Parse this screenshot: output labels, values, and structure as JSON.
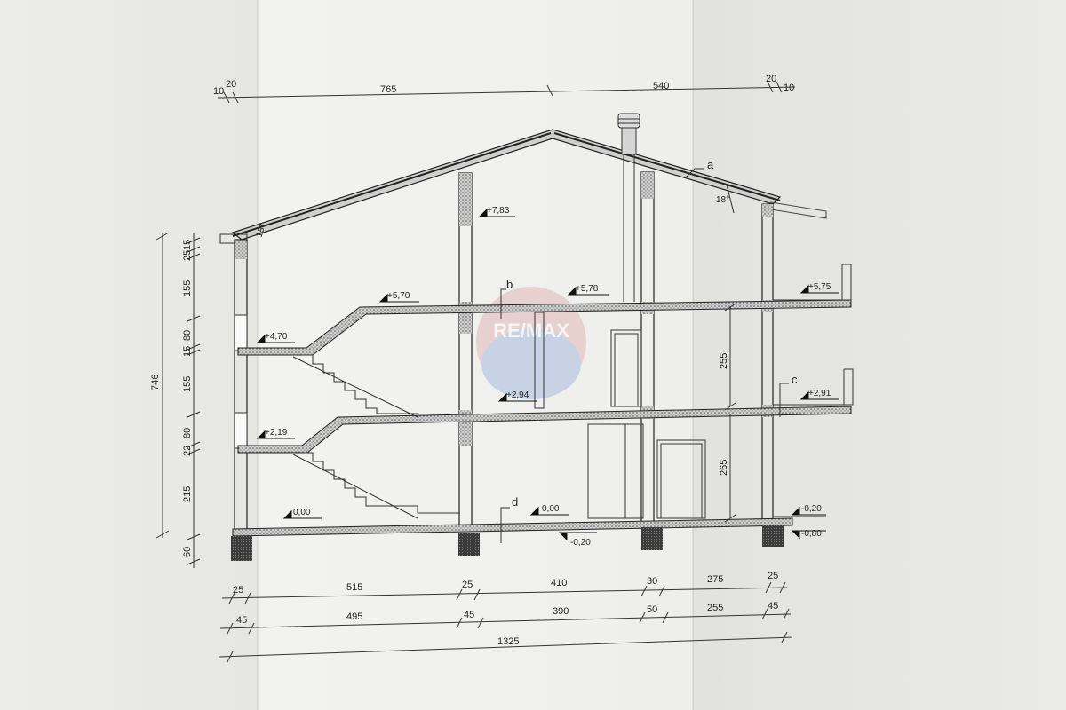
{
  "sheet": {
    "watermark": "RE/MAX"
  },
  "drawing": {
    "top_dimensions": [
      "10",
      "20",
      "765",
      "540",
      "20",
      "10"
    ],
    "roof_angle_left": "18°",
    "roof_angle_right": "18°",
    "levels": {
      "roof_peak": "+7,83",
      "upper_left_stair": "+5,70",
      "upper_floor_mid": "+5,78",
      "upper_balcony": "+5,75",
      "landing_upper": "+4,70",
      "first_floor_mid": "+2,94",
      "first_balcony": "+2,91",
      "landing_lower": "+2,19",
      "ground_left": "0,00",
      "ground_mid": "0,00",
      "ground_right": "-0,20",
      "foundation_mid": "-0,20",
      "foundation_right": "-0,80"
    },
    "labels": {
      "a": "a",
      "b": "b",
      "c": "c",
      "d": "d"
    },
    "left_dimensions": {
      "total": "746",
      "segments": [
        "15",
        "25",
        "155",
        "80",
        "15",
        "155",
        "80",
        "22",
        "215",
        "60"
      ]
    },
    "interior_heights": [
      "255",
      "265"
    ],
    "bottom_rows": {
      "row1": [
        "25",
        "515",
        "25",
        "410",
        "30",
        "275",
        "25"
      ],
      "row2": [
        "45",
        "495",
        "45",
        "390",
        "50",
        "255",
        "45"
      ],
      "total": "1325"
    }
  }
}
